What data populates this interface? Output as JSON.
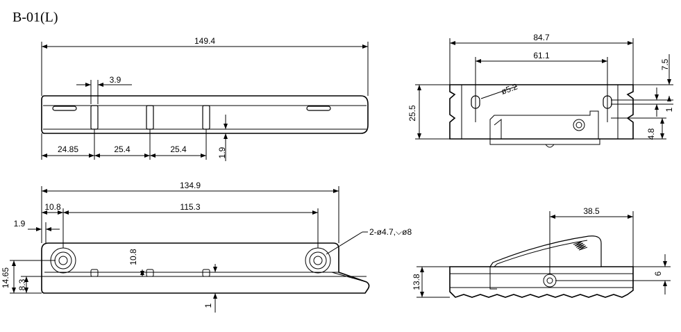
{
  "title": "B-01(L)",
  "top_view": {
    "overall_length": "149.4",
    "slot_width": "3.9",
    "offset_1": "24.85",
    "pitch_1": "25.4",
    "pitch_2": "25.4",
    "slot_depth": "1.9"
  },
  "end_view": {
    "width": "84.7",
    "hole_spacing": "61.1",
    "slot_hole": "ø5.2",
    "top_offset": "7.5",
    "height": "25.5",
    "bottom_offset": "4.8",
    "gap": "1"
  },
  "front_view": {
    "overall_length": "134.9",
    "left_offset": "10.8",
    "hole_spacing": "115.3",
    "edge_offset": "1.9",
    "hole_callout": "2-ø4.7,⌵ø8",
    "slot_height": "10.8",
    "hole_height": "14.65",
    "base_height": "8.3",
    "base_thickness": "1"
  },
  "side_view": {
    "pivot_offset": "38.5",
    "height": "13.8",
    "pivot_height": "6"
  }
}
